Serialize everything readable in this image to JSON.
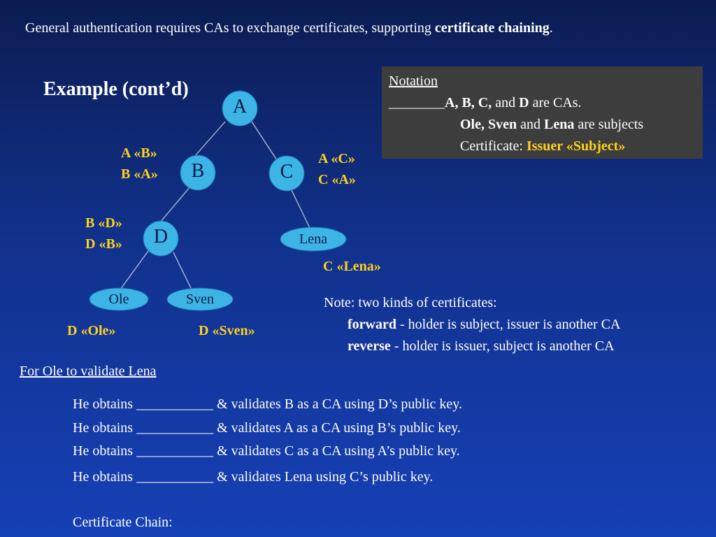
{
  "slide": {
    "title_prefix": "General authentication requires CAs to exchange certificates, supporting ",
    "title_bold": "certificate chaining",
    "title_suffix": "."
  },
  "example_heading": "Example (cont’d)",
  "tree": {
    "nodes": {
      "A": "A",
      "B": "B",
      "C": "C",
      "D": "D",
      "Lena": "Lena",
      "Ole": "Ole",
      "Sven": "Sven"
    },
    "colors": {
      "node_fill": "#3cb4e6",
      "edge": "#b8c4d8",
      "node_text": "#0b1a4a",
      "label": "#ffd21e"
    }
  },
  "cert_labels": {
    "ab_1": "A «B»",
    "ab_2": "B «A»",
    "ac_1": "A «C»",
    "ac_2": "C «A»",
    "bd_1": "B «D»",
    "bd_2": "D «B»",
    "c_lena": "C «Lena»",
    "d_ole": "D «Ole»",
    "d_sven": "D «Sven»"
  },
  "notation": {
    "heading": "Notation",
    "blank": "________",
    "cas_bold": "A, B, C,",
    "cas_and": " and ",
    "cas_d": "D",
    "cas_suffix": " are CAs.",
    "subj_bold": "Ole, Sven",
    "subj_and": " and ",
    "subj_lena": "Lena",
    "subj_suffix": " are subjects",
    "cert_prefix": "Certificate:  ",
    "cert_format": "Issuer «Subject»"
  },
  "note": {
    "line1": "Note: two kinds of certificates:",
    "forward_bold": "forward",
    "forward_text": " - holder is subject, issuer is another CA",
    "reverse_bold": "reverse",
    "reverse_text": " - holder is issuer, subject is another CA"
  },
  "validation": {
    "heading": "For Ole to validate Lena",
    "steps": [
      {
        "prefix": "He obtains ",
        "blank": "___________",
        "suffix": " & validates B as a CA using D’s public key."
      },
      {
        "prefix": "He obtains ",
        "blank": "___________",
        "suffix": " & validates A as a CA using B’s public key."
      },
      {
        "prefix": "He obtains ",
        "blank": "___________",
        "suffix": " & validates C as a CA using A’s public key."
      },
      {
        "prefix": "He obtains ",
        "blank": "___________",
        "suffix": " & validates Lena using C’s public key."
      }
    ],
    "chain_label": "Certificate Chain:"
  }
}
